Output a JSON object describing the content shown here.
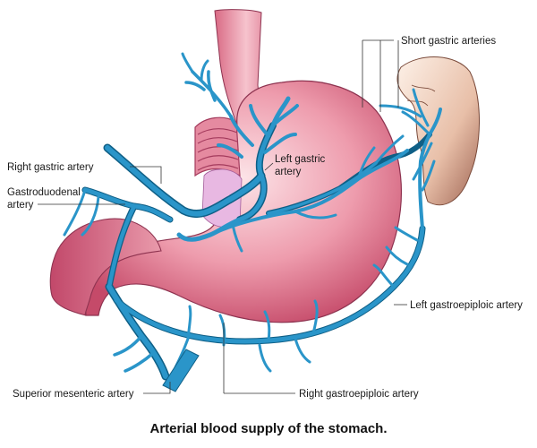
{
  "colors": {
    "artery": "#2a95c9",
    "artery_outline": "#0f5f86",
    "stomach_light": "#f6c7cf",
    "stomach_mid": "#e7889b",
    "stomach_dark": "#c74a69",
    "spleen_light": "#fbe9dc",
    "spleen_dark": "#a9715f"
  },
  "labels": {
    "short_gastric": "Short gastric arteries",
    "right_gastric": "Right gastric artery",
    "gastroduodenal_1": "Gastroduodenal",
    "gastroduodenal_2": "artery",
    "left_gastric_1": "Left gastric",
    "left_gastric_2": "artery",
    "left_gastroepiploic": "Left gastroepiploic artery",
    "superior_mesenteric": "Superior mesenteric artery",
    "right_gastroepiploic": "Right gastroepiploic artery"
  },
  "caption": "Arterial blood supply of the stomach."
}
